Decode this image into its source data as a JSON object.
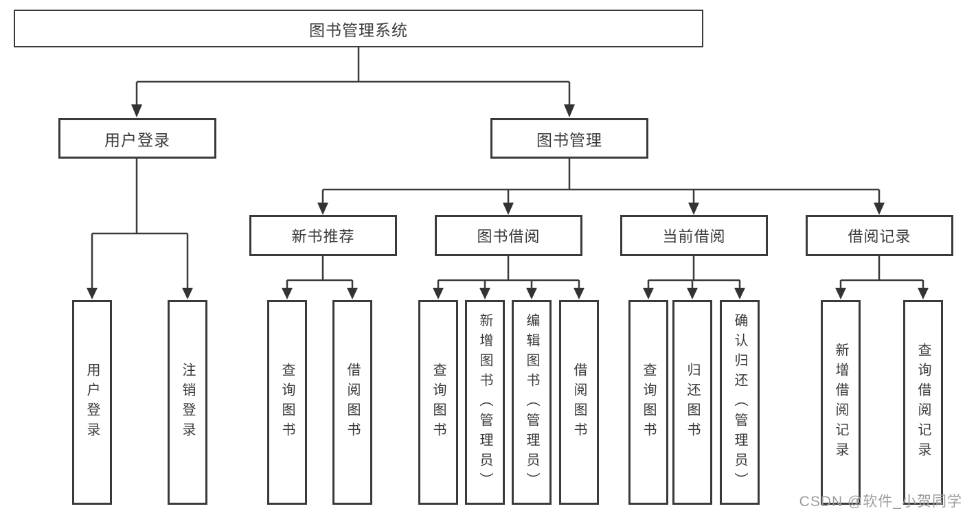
{
  "tree": {
    "root": "图书管理系统",
    "branches": [
      {
        "label": "用户登录",
        "children": [
          "用户登录",
          "注销登录"
        ]
      },
      {
        "label": "图书管理",
        "sections": [
          {
            "label": "新书推荐",
            "children": [
              "查询图书",
              "借阅图书"
            ]
          },
          {
            "label": "图书借阅",
            "children": [
              "查询图书",
              "新增图书（管理员）",
              "编辑图书（管理员）",
              "借阅图书"
            ]
          },
          {
            "label": "当前借阅",
            "children": [
              "查询图书",
              "归还图书",
              "确认归还（管理员）"
            ]
          },
          {
            "label": "借阅记录",
            "children": [
              "新增借阅记录",
              "查询借阅记录"
            ]
          }
        ]
      }
    ]
  },
  "watermark": "CSDN @软件_小贺同学",
  "colors": {
    "line": "#3a3a3a",
    "text": "#3b3b3b",
    "watermark": "#9c9c9c",
    "background": "#ffffff"
  }
}
